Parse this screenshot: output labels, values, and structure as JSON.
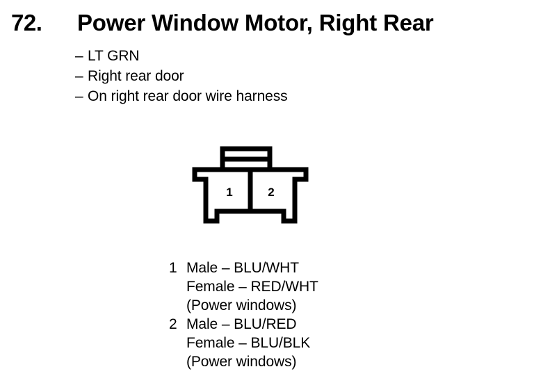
{
  "page": {
    "background_color": "#ffffff",
    "ink_color": "#000000"
  },
  "header": {
    "item_number": "72.",
    "title": "Power Window Motor, Right Rear"
  },
  "attributes": {
    "dash": "–",
    "items": [
      {
        "label": "LT GRN"
      },
      {
        "label": "Right rear door"
      },
      {
        "label": "On right rear door wire harness"
      }
    ]
  },
  "connector": {
    "name": "2-pin connector face view",
    "cavity_labels": [
      "1",
      "2"
    ],
    "cavity_count": 2
  },
  "pin_legend": {
    "groups": [
      {
        "index": "1",
        "lines": [
          "Male – BLU/WHT",
          "Female – RED/WHT",
          "(Power windows)"
        ]
      },
      {
        "index": "2",
        "lines": [
          "Male – BLU/RED",
          "Female – BLU/BLK",
          "(Power windows)"
        ]
      }
    ]
  }
}
